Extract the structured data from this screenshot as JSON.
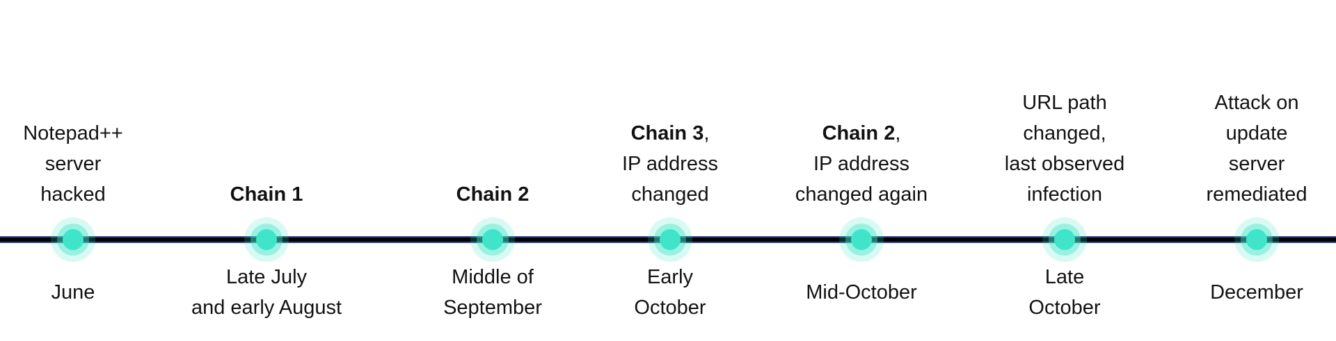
{
  "colors": {
    "accent": "#40e5c9",
    "line-blue": "#2e4f92",
    "line-core": "#000000",
    "text": "#111111",
    "background": "#ffffff"
  },
  "timeline": {
    "description": "Horizontal event timeline with seven milestone nodes",
    "events": [
      {
        "title_bold": "",
        "title_rest": "Notepad++\nserver\nhacked",
        "date": "June"
      },
      {
        "title_bold": "Chain 1",
        "title_rest": "",
        "date": "Late July\nand early August"
      },
      {
        "title_bold": "Chain 2",
        "title_rest": "",
        "date": "Middle of\nSeptember"
      },
      {
        "title_bold": "Chain 3",
        "title_rest": ",\nIP address\nchanged",
        "date": "Early\nOctober"
      },
      {
        "title_bold": "Chain 2",
        "title_rest": ",\nIP address\nchanged again",
        "date": "Mid-October"
      },
      {
        "title_bold": "",
        "title_rest": "URL path\nchanged,\nlast observed\ninfection",
        "date": "Late\nOctober"
      },
      {
        "title_bold": "",
        "title_rest": "Attack on\nupdate\nserver\nremediated",
        "date": "December"
      }
    ]
  }
}
